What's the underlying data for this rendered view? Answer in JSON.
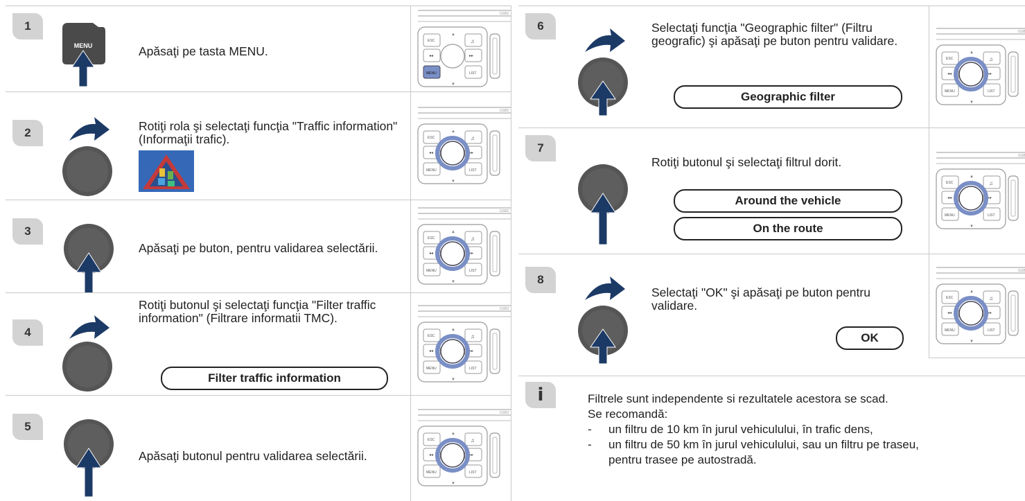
{
  "steps": [
    {
      "num": "1",
      "text": "Apăsaţi pe tasta MENU.",
      "key_label": "MENU"
    },
    {
      "num": "2",
      "text": "Rotiţi rola şi selectaţi funcţia \"Traffic information\" (Informaţii trafic)."
    },
    {
      "num": "3",
      "text": "Apăsaţi pe buton, pentru validarea selectării."
    },
    {
      "num": "4",
      "text": "Rotiţi butonul şi selectaţi funcţia \"Filter traffic information\" (Filtrare informatii TMC).",
      "button": "Filter traffic information"
    },
    {
      "num": "5",
      "text": "Apăsaţi butonul pentru validarea selectării."
    },
    {
      "num": "6",
      "text": "Selectaţi funcţia \"Geographic filter\" (Filtru geografic) şi apăsaţi pe buton pentru validare.",
      "button": "Geographic filter"
    },
    {
      "num": "7",
      "text": "Rotiţi butonul şi selectaţi filtrul dorit.",
      "buttons": [
        "Around the vehicle",
        "On the route"
      ]
    },
    {
      "num": "8",
      "text": "Selectaţi \"OK\" şi apăsaţi pe buton pentru validare.",
      "button": "OK"
    }
  ],
  "info": {
    "line1": "Filtrele sunt independente si rezultatele acestora se scad.",
    "line2": "Se recomandă:",
    "bullets": [
      {
        "dash": "-",
        "text": "un filtru de 10 km în jurul vehiculului, în trafic dens,"
      },
      {
        "dash": "-",
        "text": "un filtru de 50 km în jurul vehiculului, sau un filtru pe traseu,",
        "text2": "pentru trasee pe autostradă."
      }
    ]
  },
  "panel": {
    "esc": "ESC",
    "menu": "MENU",
    "list": "LIST",
    "note": "♫",
    "code": "GSB2"
  },
  "colors": {
    "arrow": "#1c3a66",
    "badge": "#d3d3d3",
    "knob": "#555555",
    "highlight": "#7a8fc6"
  }
}
